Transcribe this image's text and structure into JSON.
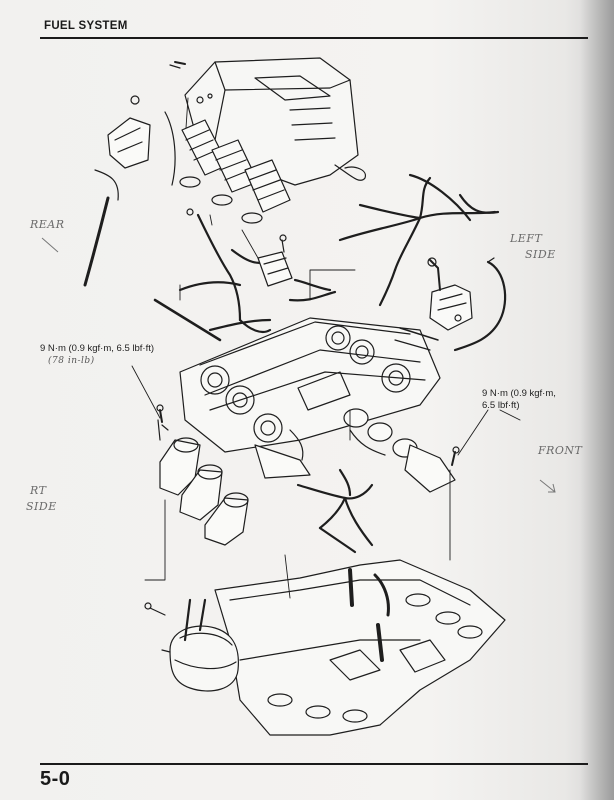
{
  "header": {
    "section_title": "FUEL SYSTEM"
  },
  "torque_left": {
    "line1": "9 N·m (0.9 kgf·m, 6.5 lbf·ft)",
    "handwritten": "(78 in-lb)"
  },
  "torque_right": {
    "line1": "9 N·m (0.9 kgf·m,",
    "line2": "6.5 lbf·ft)"
  },
  "handwriting": {
    "rear": "REAR",
    "left": "LEFT",
    "side": "SIDE",
    "rt": "RT",
    "rt_side": "SIDE",
    "front": "FRONT"
  },
  "footer": {
    "page_number": "5-0"
  }
}
